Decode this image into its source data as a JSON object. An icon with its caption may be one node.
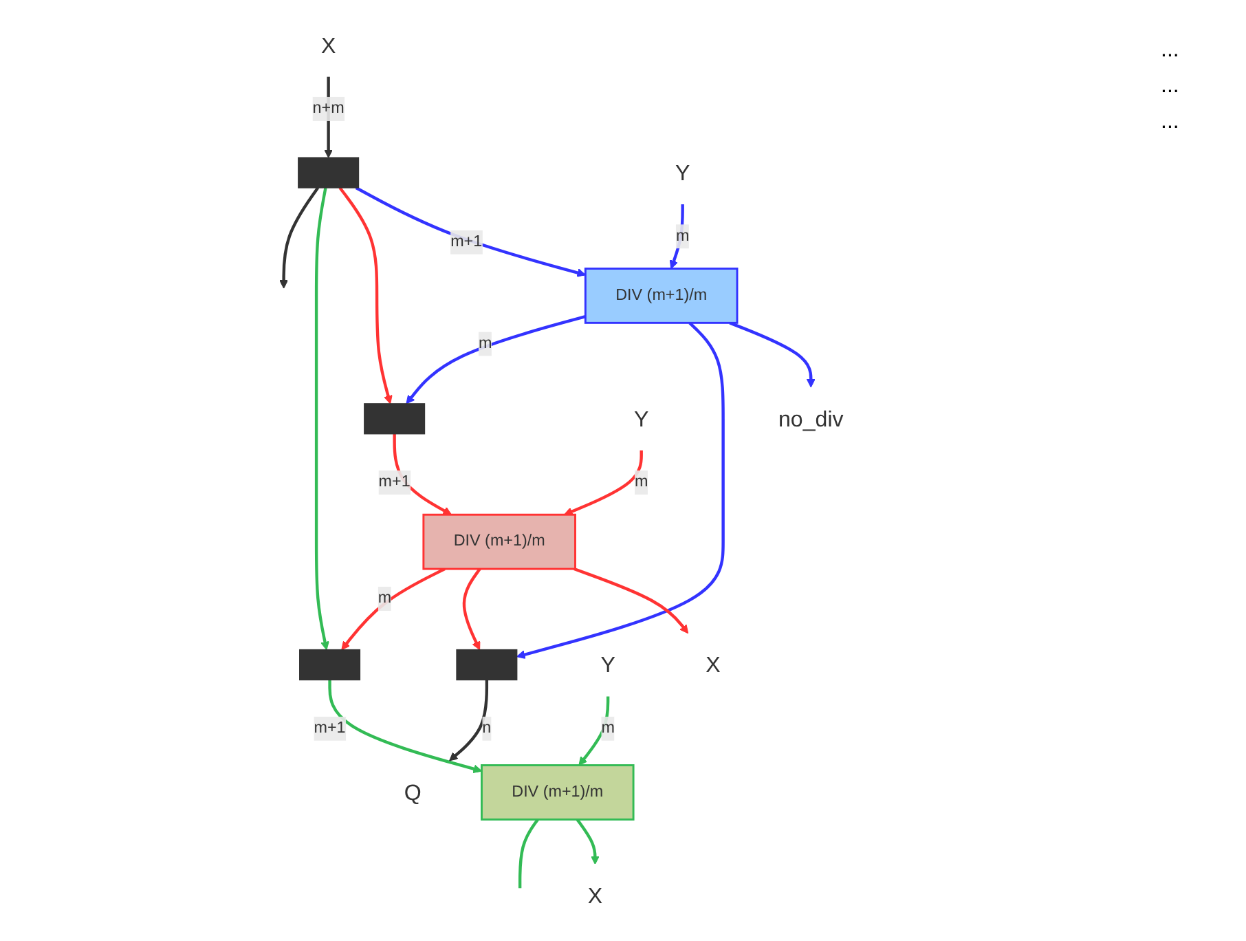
{
  "diagram": {
    "nodes": [
      {
        "text": [
          "X"
        ]
      },
      {
        "text": [],
        "shape": "bar"
      },
      {
        "text": [
          "Y"
        ]
      },
      {
        "text": [
          "DIV (m+1)/m"
        ]
      },
      {
        "text": [
          "no_div"
        ]
      },
      {
        "text": [],
        "shape": "bar"
      },
      {
        "text": [
          "Y"
        ]
      },
      {
        "text": [
          "DIV (m+1)/m"
        ]
      },
      {
        "text": [
          "X"
        ]
      },
      {
        "text": [],
        "shape": "bar"
      },
      {
        "text": [
          "Y"
        ]
      },
      {
        "text": [
          "DIV (m+1)/m"
        ]
      },
      {
        "text": [
          "X"
        ]
      },
      {
        "text": [],
        "shape": "bar"
      },
      {
        "text": [
          "Q"
        ]
      }
    ],
    "edges": [
      {
        "from": 0,
        "to": 1,
        "arrow": "to",
        "label": "n+m",
        "color": "#333333"
      },
      {
        "from": 2,
        "to": 3,
        "arrow": "to",
        "label": "m",
        "color": "#3333ff"
      },
      {
        "from": 1,
        "to": 3,
        "arrow": "to",
        "label": "m+1",
        "color": "#3333ff"
      },
      {
        "from": 3,
        "to": 4,
        "arrow": "to",
        "color": "#3333ff"
      },
      {
        "from": 3,
        "to": 13,
        "arrow": "to",
        "color": "#3333ff"
      },
      {
        "from": 3,
        "to": 5,
        "arrow": "to",
        "label": "m",
        "color": "#3333ff"
      },
      {
        "from": 1,
        "to": 5,
        "arrow": "to",
        "color": "#ff3333"
      },
      {
        "from": 6,
        "to": 7,
        "arrow": "to",
        "label": "m",
        "color": "#ff3333"
      },
      {
        "from": 5,
        "to": 7,
        "arrow": "to",
        "label": "m+1",
        "color": "#ff3333"
      },
      {
        "from": 7,
        "to": 8,
        "arrow": "to",
        "color": "#ff3333"
      },
      {
        "from": 7,
        "to": 13,
        "arrow": "to",
        "color": "#ff3333"
      },
      {
        "from": 7,
        "to": 9,
        "arrow": "to",
        "label": "m",
        "color": "#ff3333"
      },
      {
        "from": 1,
        "to": 9,
        "arrow": "to",
        "color": "#33bb55"
      },
      {
        "from": 10,
        "to": 11,
        "arrow": "to",
        "label": "m",
        "color": "#33bb55"
      },
      {
        "from": 9,
        "to": 11,
        "arrow": "to",
        "label": "m+1",
        "color": "#33bb55"
      },
      {
        "from": 11,
        "to": 12,
        "arrow": "to",
        "color": "#33bb55"
      },
      {
        "from": 11,
        "to": null,
        "arrow": "none",
        "color": "#33bb55"
      },
      {
        "from": 1,
        "to": null,
        "arrow": "to",
        "color": "#333333"
      },
      {
        "from": 13,
        "to": 14,
        "arrow": "to",
        "label": "n",
        "color": "#333333"
      }
    ],
    "labels": [
      "...",
      "...",
      "..."
    ]
  }
}
